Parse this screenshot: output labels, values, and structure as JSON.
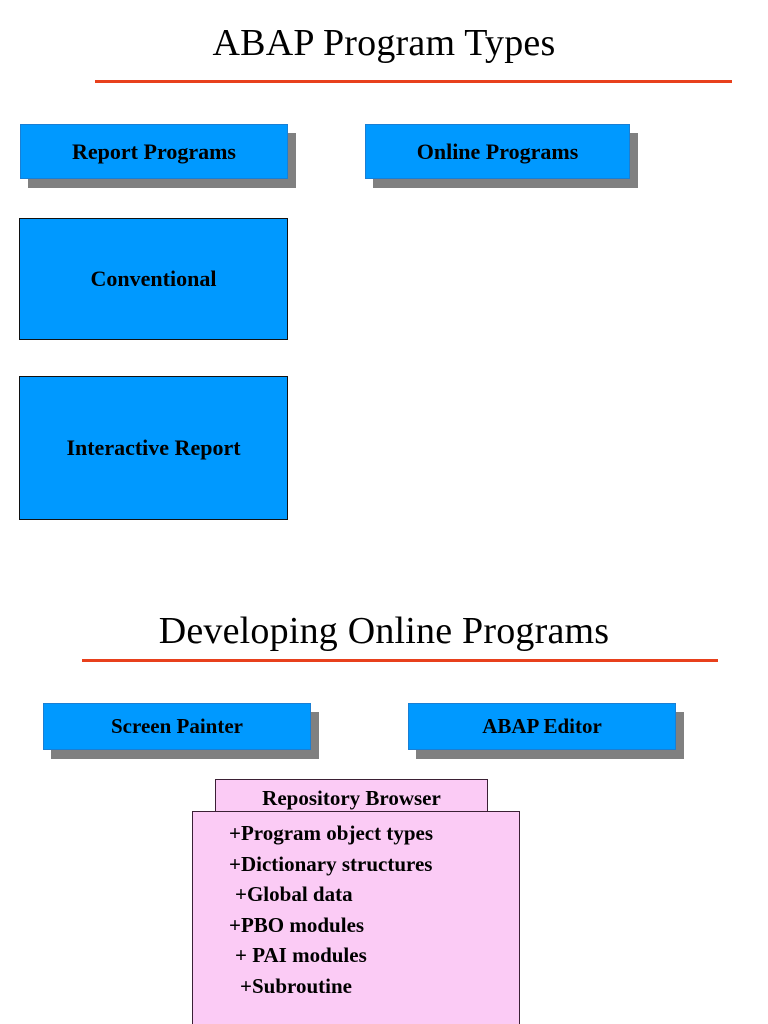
{
  "slide": {
    "background": "#ffffff",
    "accent_rule_color": "#E8401C",
    "box_blue": "#0099FF",
    "box_pink": "#FBCBF5",
    "shadow_color": "#808080"
  },
  "sections": {
    "program_types": {
      "title": "ABAP Program Types",
      "boxes": {
        "report_programs": "Report Programs",
        "online_programs": "Online Programs",
        "conventional": "Conventional",
        "interactive_report": "Interactive Report"
      }
    },
    "developing_online": {
      "title": "Developing Online Programs",
      "boxes": {
        "screen_painter": "Screen Painter",
        "abap_editor": "ABAP Editor"
      },
      "repository_browser": {
        "header": "Repository Browser",
        "items": [
          "+Program object types",
          "+Dictionary structures",
          "+Global data",
          "+PBO modules",
          "+ PAI modules",
          "+Subroutine"
        ]
      }
    }
  }
}
